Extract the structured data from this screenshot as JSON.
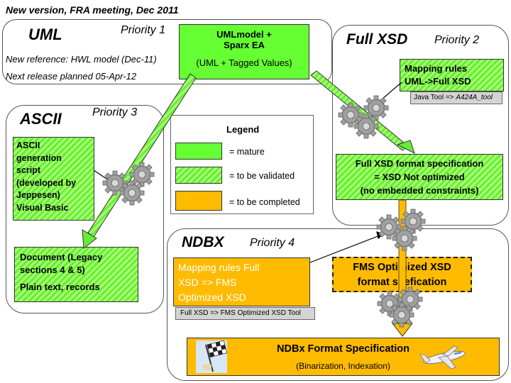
{
  "header": "New version, FRA meeting, Dec 2011",
  "uml": {
    "title": "UML",
    "priority": "Priority 1",
    "new_reference": "New reference: HWL model (Dec-11)",
    "next_release": "Next release planned 05-Apr-12",
    "model_box_line1": "UMLmodel +",
    "model_box_line2": "Sparx EA",
    "model_box_sub": "(UML + Tagged Values)"
  },
  "ascii": {
    "title": "ASCII",
    "priority": "Priority 3",
    "script_box": [
      "ASCII",
      "generation",
      "script",
      "(developed by",
      "Jeppesen)",
      "Visual Basic"
    ],
    "document_line1": "Document (Legacy",
    "document_line2": "sections 4 & 5)",
    "document_line3": "Plain text, records"
  },
  "legend": {
    "title": "Legend",
    "items": [
      {
        "label": "= mature",
        "style": "solid-green"
      },
      {
        "label": "= to be validated",
        "style": "hatched-green"
      },
      {
        "label": "= to be completed",
        "style": "solid-orange"
      }
    ]
  },
  "full_xsd": {
    "title": "Full XSD",
    "priority": "Priority 2",
    "mapping_line1": "Mapping rules",
    "mapping_line2": "UML->Full XSD",
    "tool_prefix": "Java Tool => ",
    "tool_name": "A424A_tool",
    "spec_line1": "Full XSD format specification",
    "spec_line2": "= XSD Not optimized",
    "spec_line3": "(no embedded constraints)"
  },
  "ndbx": {
    "title": "NDBX",
    "priority": "Priority 4",
    "mapping_line1": "Mapping rules Full",
    "mapping_line2": "XSD => FMS",
    "mapping_line3": "Optimized XSD",
    "tool": "Full XSD => FMS Optimized XSD Tool",
    "fms_line1": "FMS Optimized XSD",
    "fms_line2": "format spefication",
    "spec_title": "NDBx Format Specification",
    "spec_sub": "(Binarization, Indexation)"
  },
  "colors": {
    "mature": "#66ff33",
    "validated": "#88ee55",
    "completed": "#ffbb00",
    "tool_grey": "#d4d4d4",
    "gear": "#9a9a9a"
  }
}
